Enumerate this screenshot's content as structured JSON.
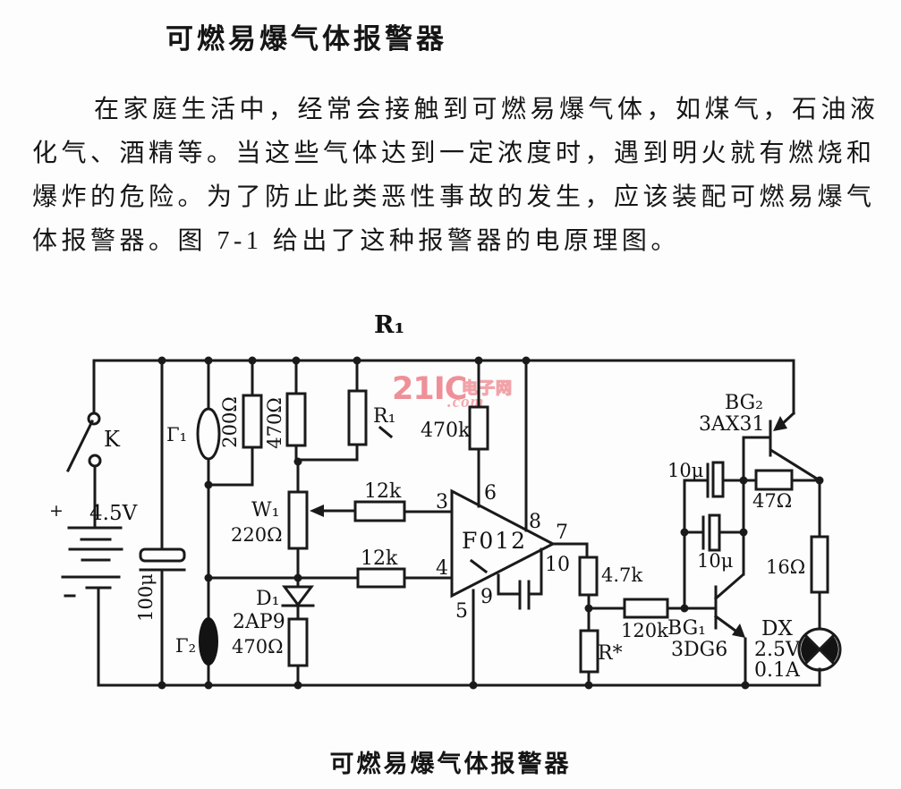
{
  "page": {
    "title": "可燃易爆气体报警器",
    "body_lines": [
      "在家庭生活中，经常会接触到可燃易爆气体，如煤气，石油液",
      "化气、酒精等。当这些气体达到一定浓度时，遇到明火就有燃烧和",
      "爆炸的危险。为了防止此类恶性事故的发生，应该装配可燃易爆气",
      "体报警器。图 7-1 给出了这种报警器的电原理图。"
    ],
    "caption": "可燃易爆气体报警器"
  },
  "watermark": {
    "brand": "21IC",
    "tld": ".com",
    "site_cn": "电子网",
    "color": "#ee858e"
  },
  "circuit": {
    "labels": {
      "r1_rail": "R₁",
      "switch": "K",
      "battery_plus": "+",
      "battery_voltage": "4.5V",
      "main_cap": "100μ",
      "sensor_top": "Γ₁",
      "sensor_bottom": "Γ₂",
      "r_200": "200Ω",
      "r_470_top": "470Ω",
      "r1_res": "R₁",
      "r_470k": "470k",
      "w1": "W₁",
      "w1_value": "220Ω",
      "r_12k_upper": "12k",
      "r_12k_lower": "12k",
      "d1": "D₁",
      "d1_type": "2AP9",
      "r_470_bottom": "470Ω",
      "opamp": "F012",
      "pin3": "3",
      "pin4": "4",
      "pin5": "5",
      "pin6": "6",
      "pin7": "7",
      "pin8": "8",
      "pin9": "9",
      "pin10": "10",
      "r_4k7": "4.7k",
      "r_120k": "120k",
      "r_star": "R*",
      "bg1": "BG₁",
      "bg1_type": "3DG6",
      "cap_10u_upper": "10μ",
      "cap_10u_lower": "10μ",
      "r_47": "47Ω",
      "r_16": "16Ω",
      "bg2": "BG₂",
      "bg2_type": "3AX31",
      "lamp": "DX",
      "lamp_voltage": "2.5V",
      "lamp_current": "0.1A"
    }
  }
}
